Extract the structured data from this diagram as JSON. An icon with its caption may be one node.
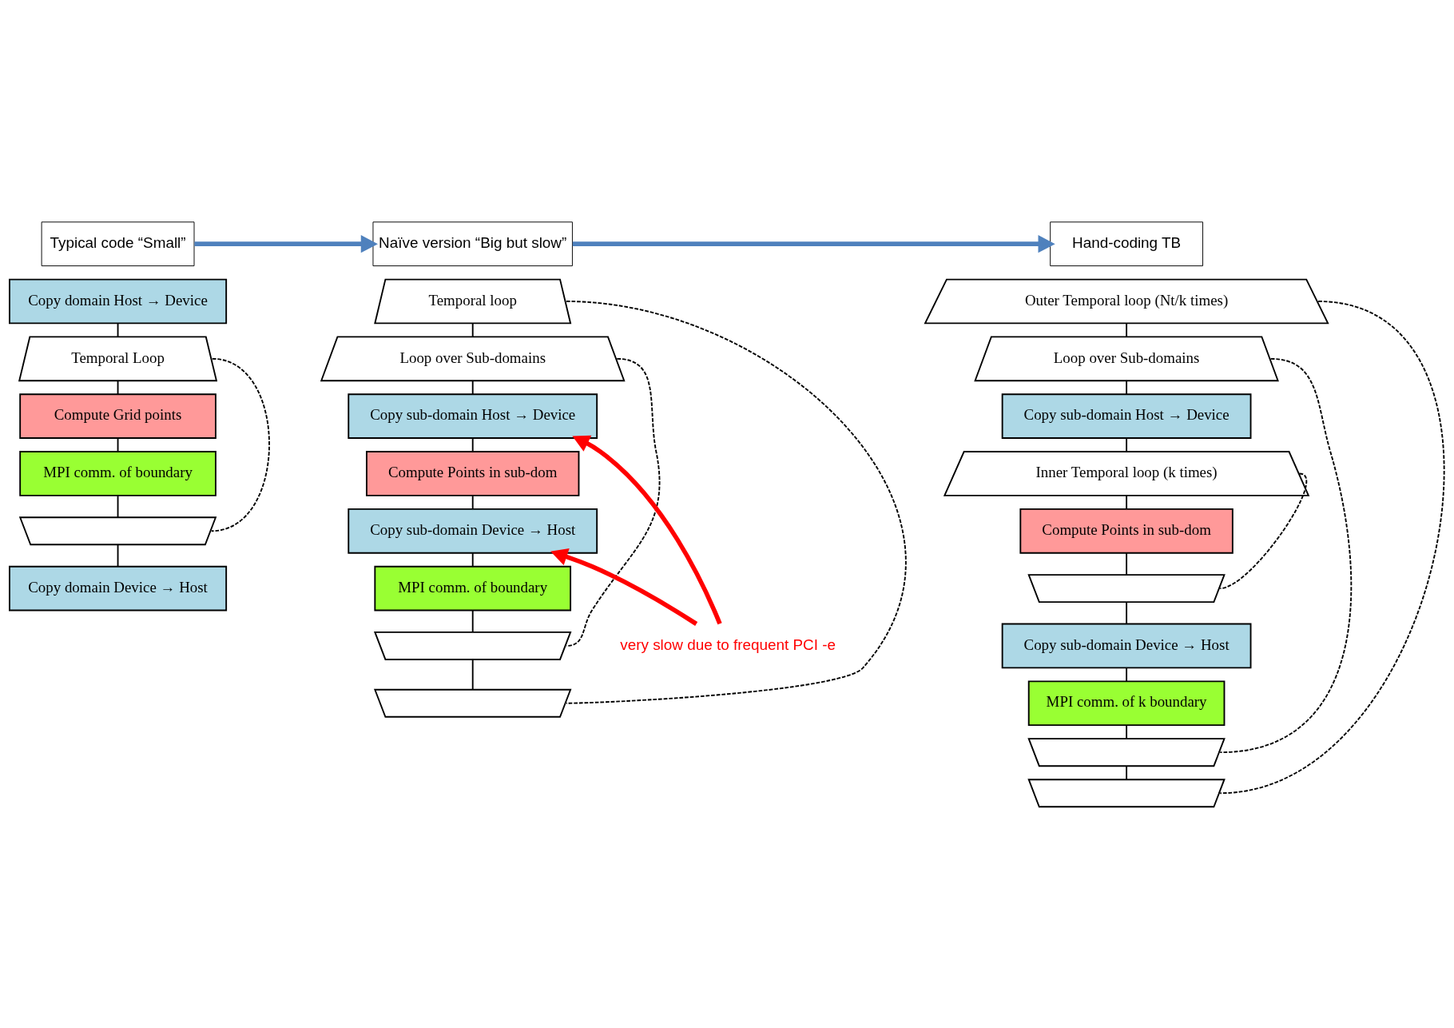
{
  "diagram": {
    "nodes": [
      {
        "text": [
          "Typical code “Small”"
        ]
      },
      {
        "text": [
          "Copy domain Host → Device"
        ]
      },
      {
        "text": [
          "Temporal Loop"
        ]
      },
      {
        "text": [
          "Compute Grid points"
        ]
      },
      {
        "text": [
          "MPI comm. of boundary"
        ]
      },
      {
        "text": [],
        "shape": "box"
      },
      {
        "text": [
          "Copy domain Device → Host"
        ]
      },
      {
        "text": [
          "Naïve version “Big but slow”"
        ]
      },
      {
        "text": [
          "Temporal loop"
        ]
      },
      {
        "text": [
          "Loop over Sub-domains"
        ]
      },
      {
        "text": [
          "Copy sub-domain Host → Device"
        ]
      },
      {
        "text": [
          "Compute Points in sub-dom"
        ]
      },
      {
        "text": [
          "Copy sub-domain Device → Host"
        ]
      },
      {
        "text": [
          "MPI comm. of boundary"
        ]
      },
      {
        "text": [],
        "shape": "box"
      },
      {
        "text": [],
        "shape": "box"
      },
      {
        "text": [
          "very slow due to frequent PCI -e"
        ]
      },
      {
        "text": [
          "Hand-coding TB"
        ]
      },
      {
        "text": [
          "Outer Temporal loop (Nt/k times)"
        ]
      },
      {
        "text": [
          "Loop over Sub-domains"
        ]
      },
      {
        "text": [
          "Copy sub-domain Host → Device"
        ]
      },
      {
        "text": [
          "Inner Temporal loop (k times)"
        ]
      },
      {
        "text": [
          "Compute Points in sub-dom"
        ]
      },
      {
        "text": [],
        "shape": "box"
      },
      {
        "text": [
          "Copy sub-domain Device → Host"
        ]
      },
      {
        "text": [
          "MPI comm. of k boundary"
        ]
      },
      {
        "text": [],
        "shape": "box"
      },
      {
        "text": [],
        "shape": "box"
      }
    ],
    "edges": [
      {
        "from": 1,
        "to": 2,
        "arrow": "none"
      },
      {
        "from": 2,
        "to": 3,
        "arrow": "none"
      },
      {
        "from": 3,
        "to": 4,
        "arrow": "none"
      },
      {
        "from": 4,
        "to": 5,
        "arrow": "none"
      },
      {
        "from": 5,
        "to": 6,
        "arrow": "none"
      },
      {
        "from": 2,
        "to": 5,
        "arrow": "none",
        "style": "dashed"
      },
      {
        "from": 0,
        "to": 7,
        "arrow": "to",
        "style": "thick",
        "color": "#4f81bd"
      },
      {
        "from": 8,
        "to": 9,
        "arrow": "none"
      },
      {
        "from": 9,
        "to": 10,
        "arrow": "none"
      },
      {
        "from": 10,
        "to": 11,
        "arrow": "none"
      },
      {
        "from": 11,
        "to": 12,
        "arrow": "none"
      },
      {
        "from": 12,
        "to": 13,
        "arrow": "none"
      },
      {
        "from": 13,
        "to": 14,
        "arrow": "none"
      },
      {
        "from": 14,
        "to": 15,
        "arrow": "none"
      },
      {
        "from": 9,
        "to": 14,
        "arrow": "none",
        "style": "dashed"
      },
      {
        "from": 8,
        "to": 15,
        "arrow": "none",
        "style": "dashed"
      },
      {
        "from": 16,
        "to": 10,
        "arrow": "to",
        "style": "thick",
        "color": "#ff0000"
      },
      {
        "from": 16,
        "to": 12,
        "arrow": "to",
        "style": "thick",
        "color": "#ff0000"
      },
      {
        "from": 7,
        "to": 17,
        "arrow": "to",
        "style": "thick",
        "color": "#4f81bd"
      },
      {
        "from": 18,
        "to": 19,
        "arrow": "none"
      },
      {
        "from": 19,
        "to": 20,
        "arrow": "none"
      },
      {
        "from": 20,
        "to": 21,
        "arrow": "none"
      },
      {
        "from": 21,
        "to": 22,
        "arrow": "none"
      },
      {
        "from": 22,
        "to": 23,
        "arrow": "none"
      },
      {
        "from": 23,
        "to": 24,
        "arrow": "none"
      },
      {
        "from": 24,
        "to": 25,
        "arrow": "none"
      },
      {
        "from": 25,
        "to": 26,
        "arrow": "none"
      },
      {
        "from": 26,
        "to": 27,
        "arrow": "none"
      },
      {
        "from": 21,
        "to": 23,
        "arrow": "none",
        "style": "dashed"
      },
      {
        "from": 19,
        "to": 26,
        "arrow": "none",
        "style": "dashed"
      },
      {
        "from": 18,
        "to": 27,
        "arrow": "none",
        "style": "dashed"
      }
    ]
  }
}
